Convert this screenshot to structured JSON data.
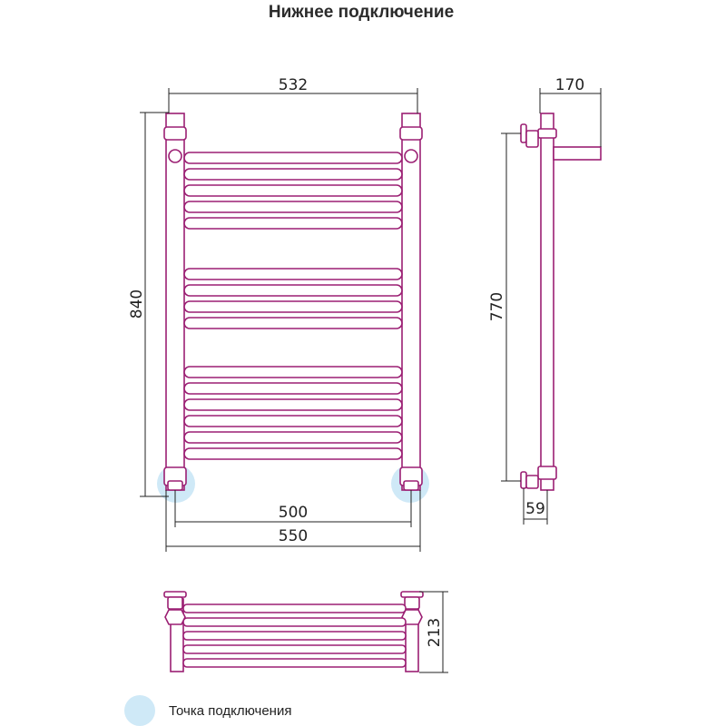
{
  "title": "Нижнее подключение",
  "front_view": {
    "top_width": "532",
    "height": "840",
    "connection_spacing": "500",
    "total_width": "550"
  },
  "side_view": {
    "depth": "170",
    "height": "770",
    "wall_offset": "59"
  },
  "top_view": {
    "depth": "213"
  },
  "legend": {
    "label": "Точка подключения"
  },
  "colors": {
    "pipe": "#9b1f73",
    "connection_point": "#cfe9f7",
    "dimension_line": "#222222"
  }
}
